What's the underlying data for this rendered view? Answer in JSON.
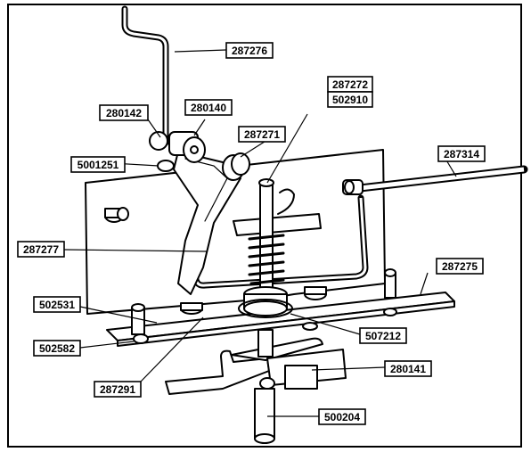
{
  "diagram": {
    "callouts": [
      {
        "id": "c1",
        "text": "287276"
      },
      {
        "id": "c2",
        "text": "280142"
      },
      {
        "id": "c3",
        "text": "280140"
      },
      {
        "id": "c4",
        "text": "287272"
      },
      {
        "id": "c5",
        "text": "502910"
      },
      {
        "id": "c6",
        "text": "287271"
      },
      {
        "id": "c7",
        "text": "5001251"
      },
      {
        "id": "c8",
        "text": "287314"
      },
      {
        "id": "c9",
        "text": "287277"
      },
      {
        "id": "c10",
        "text": "287275"
      },
      {
        "id": "c11",
        "text": "502531"
      },
      {
        "id": "c12",
        "text": "507212"
      },
      {
        "id": "c13",
        "text": "502582"
      },
      {
        "id": "c14",
        "text": "280141"
      },
      {
        "id": "c15",
        "text": "287291"
      },
      {
        "id": "c16",
        "text": "500204"
      }
    ]
  }
}
